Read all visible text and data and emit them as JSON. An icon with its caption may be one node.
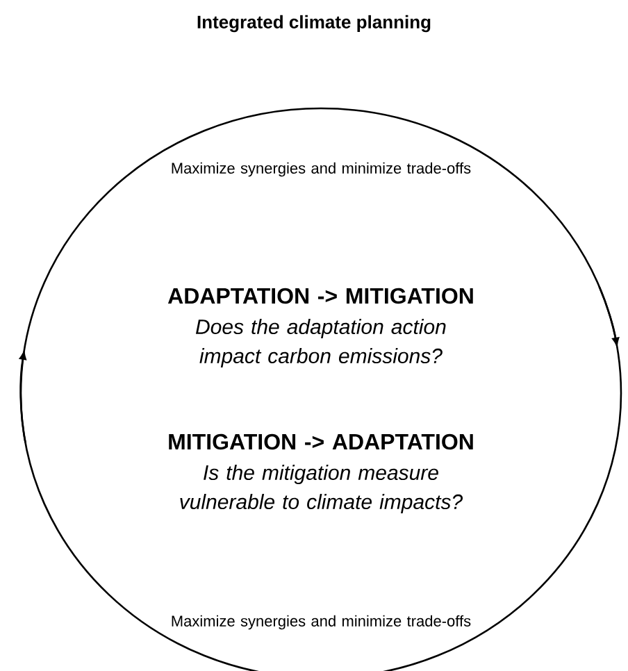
{
  "diagram": {
    "title": "Integrated climate planning",
    "labels": [
      "Maximize synergies and minimize trade-offs",
      "ADAPTATION -> MITIGATION",
      "Does the adaptation action impact carbon emissions?",
      "MITIGATION -> ADAPTATION",
      "Is the mitigation measure vulnerable to climate impacts?",
      "Maximize synergies and minimize trade-offs"
    ]
  }
}
